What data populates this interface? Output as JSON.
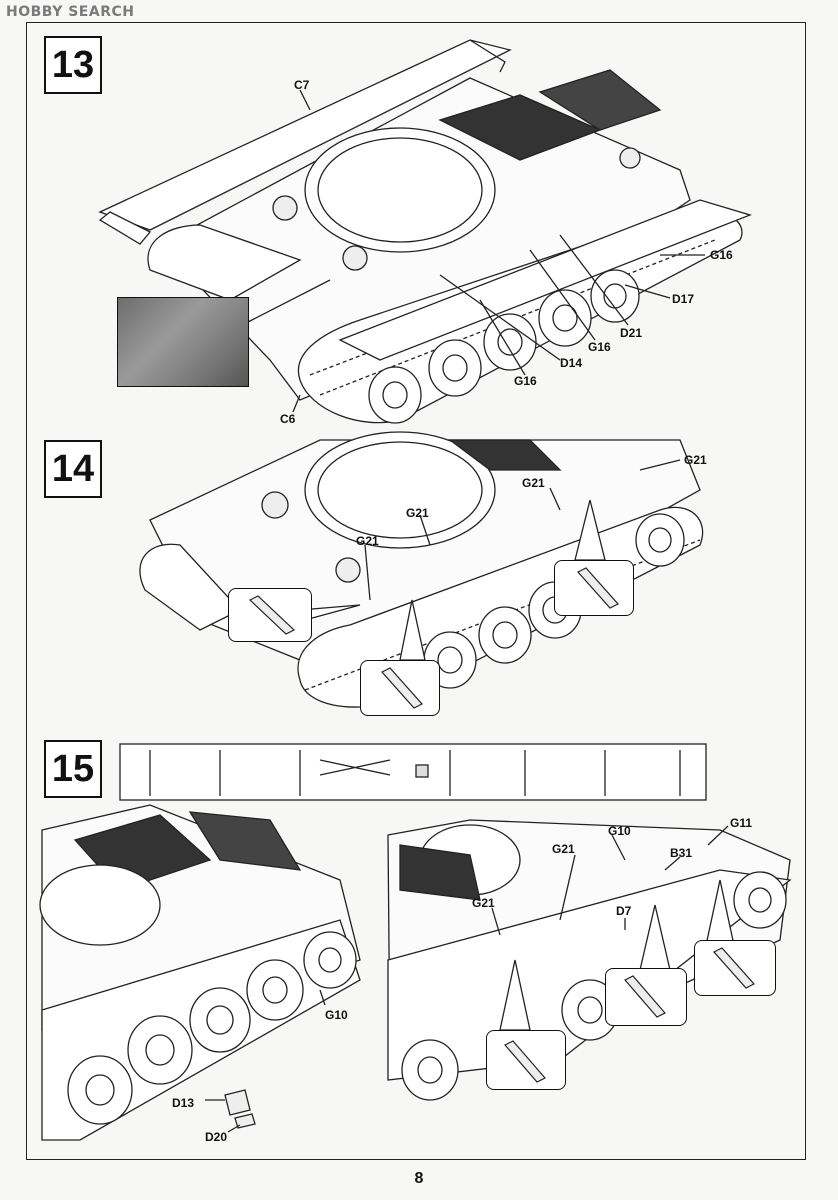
{
  "watermark": "HOBBY SEARCH",
  "steps": {
    "s13": {
      "number": "13",
      "callouts": {
        "c7": "C7",
        "g16a": "G16",
        "d17": "D17",
        "d21": "D21",
        "g16b": "G16",
        "d14": "D14",
        "g16c": "G16",
        "c6": "C6"
      }
    },
    "s14": {
      "number": "14",
      "callouts": {
        "g21a": "G21",
        "g21b": "G21",
        "g21c": "G21",
        "g21d": "G21"
      }
    },
    "s15": {
      "number": "15",
      "callouts": {
        "g10a": "G10",
        "d13": "D13",
        "d20": "D20",
        "g10b": "G10",
        "g11": "G11",
        "g21a": "G21",
        "b31": "B31",
        "g21b": "G21",
        "d7": "D7"
      }
    }
  },
  "page_number": "8"
}
